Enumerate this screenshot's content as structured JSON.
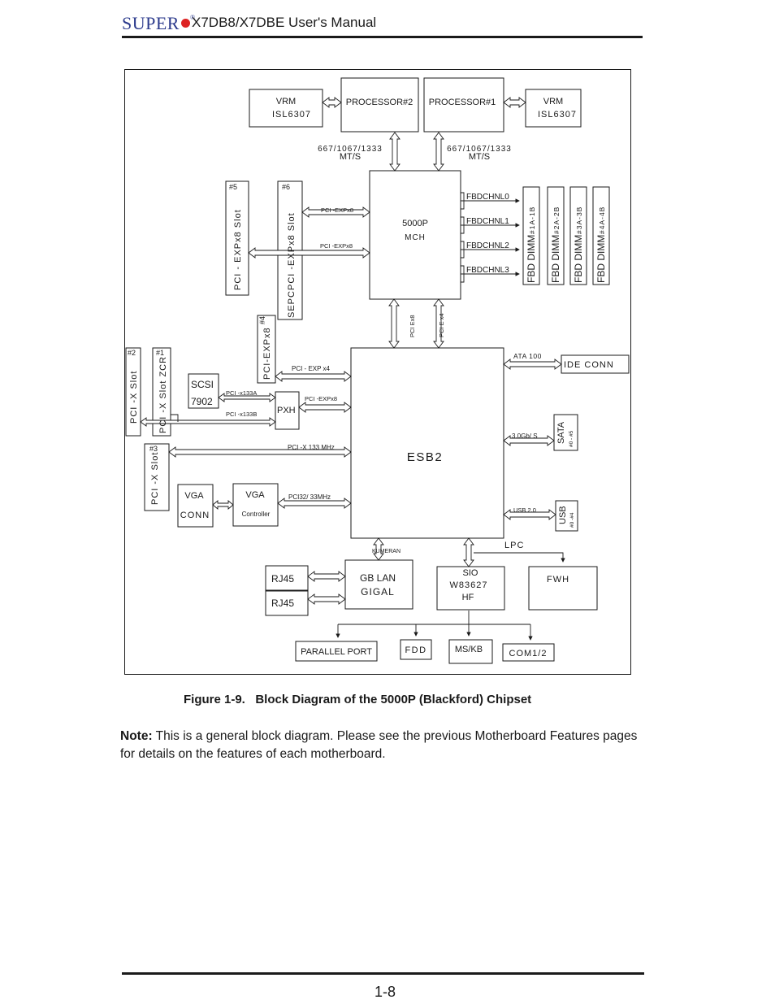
{
  "header": {
    "brand_text": "SUPER",
    "brand_mark": "®",
    "manual_title": "X7DB8/X7DBE User's Manual"
  },
  "diagram": {
    "vrm_left": {
      "line1": "VRM",
      "line2": "ISL6307"
    },
    "vrm_right": {
      "line1": "VRM",
      "line2": "ISL6307"
    },
    "processor2": "PROCESSOR#2",
    "processor1": "PROCESSOR#1",
    "fsb_left": {
      "line1": "667/1067/1333",
      "line2": "MT/S"
    },
    "fsb_right": {
      "line1": "667/1067/1333",
      "line2": "MT/S"
    },
    "mch": {
      "line1": "5000P",
      "line2": "MCH"
    },
    "fbd_channels": [
      "FBDCHNL0",
      "FBDCHNL1",
      "FBDCHNL2",
      "FBDCHNL3"
    ],
    "dimm_slots": [
      {
        "main": "FBD DIMM",
        "sub": "#1A-1B"
      },
      {
        "main": "FBD DIMM",
        "sub": "#2A-2B"
      },
      {
        "main": "FBD DIMM",
        "sub": "#3A-3B"
      },
      {
        "main": "FBD DIMM",
        "sub": "#4A-4B"
      }
    ],
    "slot5": {
      "num": "#5",
      "label": "PCI - EXPx8 Slot"
    },
    "slot6": {
      "num": "#6",
      "label": "PCI -EXPx8 Slot",
      "extra": "SEPC"
    },
    "pcie_link1": "PCI -EXPx8",
    "pcie_link2": "PCI -EXPx8",
    "mch_esb_left": "PCI Ex8",
    "mch_esb_right": "PCI E x4",
    "slot4": {
      "num": "#4",
      "label": "PCI-EXPx8"
    },
    "pci_exp_x4": "PCI - EXP  x4",
    "slot2": {
      "num": "#2",
      "label": "PCI -X Slot"
    },
    "slot1": {
      "num": "#1",
      "label": "PCI -X Slot ZCR"
    },
    "scsi": {
      "line1": "SCSI",
      "line2": "7902"
    },
    "pci_x133a": "PCI -x133A",
    "pci_x133b": "PCI -x133B",
    "pxh": "PXH",
    "pxh_link": "PCI -EXPx8",
    "slot3": {
      "num": "#3",
      "label": "PCI -X Slot"
    },
    "pci_x_133mhz": "PCI -X 133 MHz",
    "esb2": "ESB2",
    "vga_conn": {
      "line1": "VGA",
      "line2": "CONN"
    },
    "vga_controller": {
      "line1": "VGA",
      "line2": "Controller"
    },
    "pci32": "PCI32/ 33MHz",
    "ata_link": "ATA 100",
    "ide_conn": "IDE CONN",
    "sata_link": "3.0Gb/ S",
    "sata": {
      "main": "SATA",
      "sub": "#0 - #5"
    },
    "usb_link": "USB 2.0",
    "usb": {
      "main": "USB",
      "sub": "#0 -#4"
    },
    "lpc": "LPC",
    "kumeran": "KUMERAN",
    "gb_lan": {
      "line1": "GB  LAN",
      "line2": "GIGAL"
    },
    "rj45_1": "RJ45",
    "rj45_2": "RJ45",
    "sio": {
      "line1": "SIO",
      "line2": "W83627",
      "line3": "HF"
    },
    "fwh": "FWH",
    "parallel_port": "PARALLEL PORT",
    "fdd": "FDD",
    "mskb": "MS/KB",
    "com": "COM1/2"
  },
  "caption": "Figure 1-9.   Block Diagram of the 5000P (Blackford) Chipset",
  "note": {
    "label": "Note:",
    "text": " This is a general block diagram.  Please see the previous Motherboard Features pages for details on the features of each motherboard."
  },
  "footer": {
    "page_number": "1-8"
  }
}
